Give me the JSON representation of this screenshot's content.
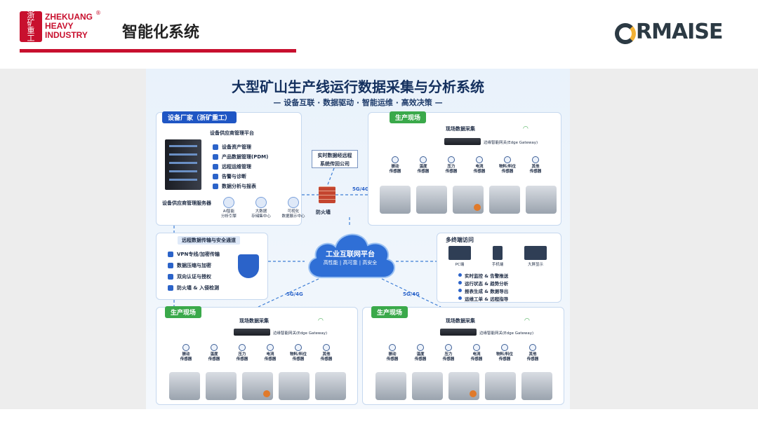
{
  "header": {
    "logo_glyphs": [
      "浙",
      "矿",
      "重",
      "工"
    ],
    "logo_text": [
      "ZHEKUANG",
      "HEAVY",
      "INDUSTRY"
    ],
    "registered": "®",
    "slide_title": "智能化系统",
    "brand_rest": "RMAISE"
  },
  "poster": {
    "title": "大型矿山生产线运行数据采集与分析系统",
    "subtitle": "— 设备互联 · 数据驱动 · 智能运维 · 高效决策 —"
  },
  "vendor": {
    "tag": "设备厂家（浙矿重工）",
    "platform": "设备供应商管理平台",
    "items": [
      "设备资产管理",
      "产品数据管理(PDM)",
      "远程运维管理",
      "告警与诊断",
      "数据分析与报表"
    ],
    "server_label": "设备供应商管理服务器",
    "subs": [
      {
        "line1": "AI智能",
        "line2": "分析引擎"
      },
      {
        "line1": "大数据",
        "line2": "存储集中心"
      },
      {
        "line1": "可视化",
        "line2": "数据展示中心"
      }
    ]
  },
  "relay": {
    "line1": "实时数据经远程",
    "line2": "系统传回公司"
  },
  "firewall_label": "防火墙",
  "network": {
    "label": "5G/4G"
  },
  "production": {
    "tag": "生产现场",
    "collect_title": "现场数据采集",
    "gateway_label": "边缘智能网关(Edge Gateway)",
    "sensors": [
      {
        "line1": "振动",
        "line2": "传感器"
      },
      {
        "line1": "温度",
        "line2": "传感器"
      },
      {
        "line1": "压力",
        "line2": "传感器"
      },
      {
        "line1": "电流",
        "line2": "传感器"
      },
      {
        "line1": "物料/料位",
        "line2": "传感器"
      },
      {
        "line1": "其他",
        "line2": "传感器"
      }
    ]
  },
  "cloud": {
    "title": "工业互联网平台",
    "subtitle": "高性能 | 高可靠 | 高安全"
  },
  "secure": {
    "title": "远程数据传输与安全通道",
    "items": [
      "VPN专线/加密传输",
      "数据压缩与加密",
      "双向认证与授权",
      "防火墙 & 入侵检测"
    ]
  },
  "terminal": {
    "title": "多终端访问",
    "devices": [
      "PC端",
      "手机端",
      "大屏显示"
    ],
    "items": [
      "实时监控 & 告警推送",
      "运行状态 & 趋势分析",
      "报表生成 & 数据导出",
      "运维工单 & 远程指导"
    ]
  },
  "colors": {
    "brand_red": "#c8102e",
    "primary_blue": "#1f56c4",
    "green": "#3aa94a",
    "dark": "#2c3a44"
  }
}
